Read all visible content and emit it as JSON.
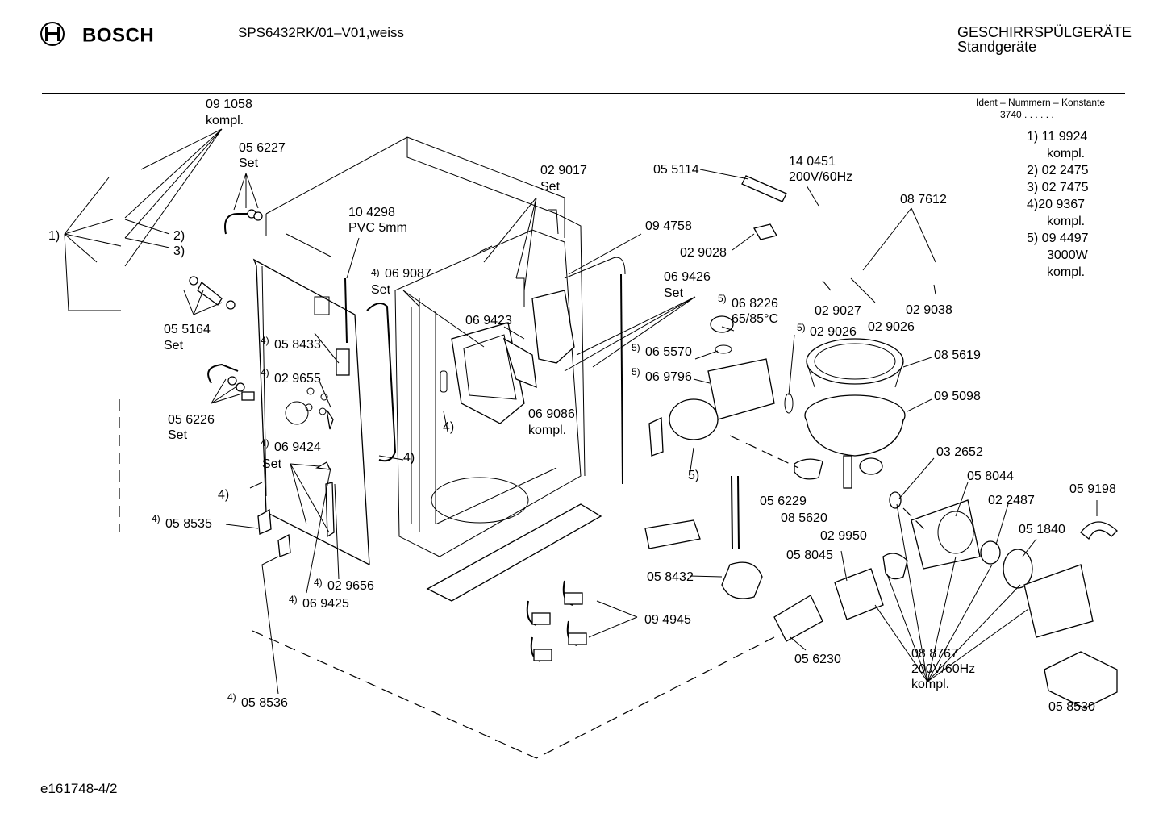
{
  "header": {
    "brand": "BOSCH",
    "model": "SPS6432RK/01–V01,weiss",
    "category": "GESCHIRRSPÜLGERÄTE",
    "subcategory": "Standgeräte"
  },
  "ident": {
    "title": "Ident – Nummern – Konstante",
    "value": "3740 . .  . . . ."
  },
  "legend": [
    {
      "line": "1)  11 9924"
    },
    {
      "line": "kompl."
    },
    {
      "line": "2)  02 2475"
    },
    {
      "line": "3)  02 7475"
    },
    {
      "line": "4)20 9367"
    },
    {
      "line": "kompl."
    },
    {
      "line": "5)  09 4497"
    },
    {
      "line": "3000W"
    },
    {
      "line": "kompl."
    }
  ],
  "callouts": {
    "c091058": "09 1058",
    "kompl": "kompl.",
    "c056227": "05 6227",
    "set": "Set",
    "c1": "1)",
    "c2": "2)",
    "c3": "3)",
    "c104298": "10 4298",
    "pvc": "PVC 5mm",
    "c029017": "02 9017",
    "c055114": "05 5114",
    "c140451": "14 0451",
    "v200": "200V/60Hz",
    "c087612": "08 7612",
    "c094758": "09 4758",
    "c029028": "02 9028",
    "c069087": "06 9087",
    "c069426": "06 9426",
    "c068226": "06 8226",
    "temp": "65/85°C",
    "c029027": "02 9027",
    "c029038": "02 9038",
    "c029026": "02 9026",
    "c055164": "05 5164",
    "c058433": "05 8433",
    "c069423": "06 9423",
    "c065570": "06 5570",
    "c085619": "08 5619",
    "c029655": "02 9655",
    "c069796": "06 9796",
    "c095098": "09 5098",
    "c056226": "05 6226",
    "c069086": "06 9086",
    "c069424": "06 9424",
    "c032652": "03 2652",
    "c058044": "05 8044",
    "c059198": "05 9198",
    "c4": "4)",
    "c5": "5)",
    "c056229": "05 6229",
    "c022487": "02 2487",
    "c085620": "08 5620",
    "c058535": "05 8535",
    "c029950": "02 9950",
    "c051840": "05 1840",
    "c058045": "05 8045",
    "c058432": "05 8432",
    "c029656": "02 9656",
    "c069425": "06 9425",
    "c094945": "09 4945",
    "c056230": "05 6230",
    "c088767": "08 8767",
    "c058536": "05 8536",
    "c058530": "05 8530"
  },
  "footer": {
    "code": "e161748-4/2"
  }
}
